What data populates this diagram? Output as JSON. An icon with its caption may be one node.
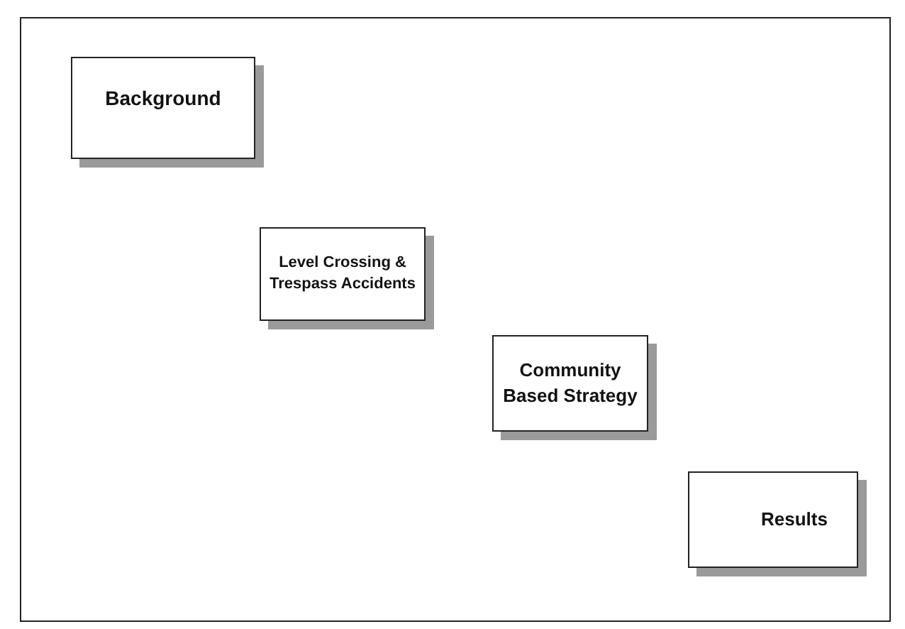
{
  "diagram": {
    "nodes": [
      {
        "text": [
          "Background"
        ]
      },
      {
        "text": [
          "Level Crossing & Trespass Accidents"
        ]
      },
      {
        "text": [
          "Community Based Strategy"
        ]
      },
      {
        "text": [
          "Results"
        ]
      }
    ]
  }
}
